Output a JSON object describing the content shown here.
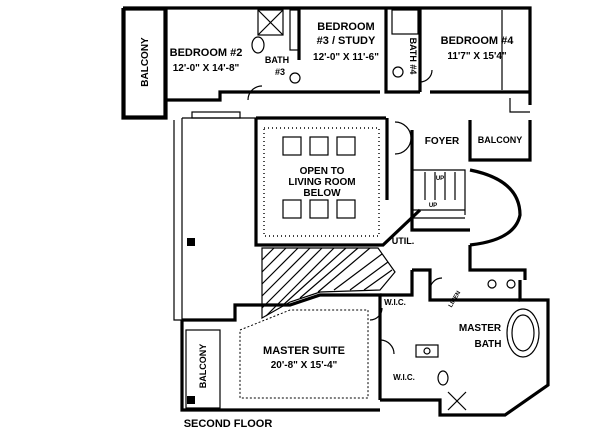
{
  "labels": {
    "balcony_left": "BALCONY",
    "bedroom2_name": "BEDROOM #2",
    "bedroom2_size": "12'-0\" X 14'-8\"",
    "bath3_name": "BATH",
    "bath3_num": "#3",
    "bedroom3_line1": "BEDROOM",
    "bedroom3_line2": "#3 / STUDY",
    "bedroom3_size": "12'-0\" X 11'-6\"",
    "bath4": "BATH #4",
    "bedroom4_name": "BEDROOM #4",
    "bedroom4_size": "11'7\" X 15'4\"",
    "foyer": "FOYER",
    "balcony_right": "BALCONY",
    "open_line1": "OPEN TO",
    "open_line2": "LIVING ROOM",
    "open_line3": "BELOW",
    "up1": "UP",
    "up2": "UP",
    "util": "UTIL.",
    "wic1": "W.I.C.",
    "linen": "LINEN",
    "master_bath_1": "MASTER",
    "master_bath_2": "BATH",
    "master_suite_name": "MASTER SUITE",
    "master_suite_size": "20'-8\" X 15'-4\"",
    "balcony_bottom": "BALCONY",
    "wic2": "W.I.C.",
    "caption": "SECOND FLOOR"
  }
}
